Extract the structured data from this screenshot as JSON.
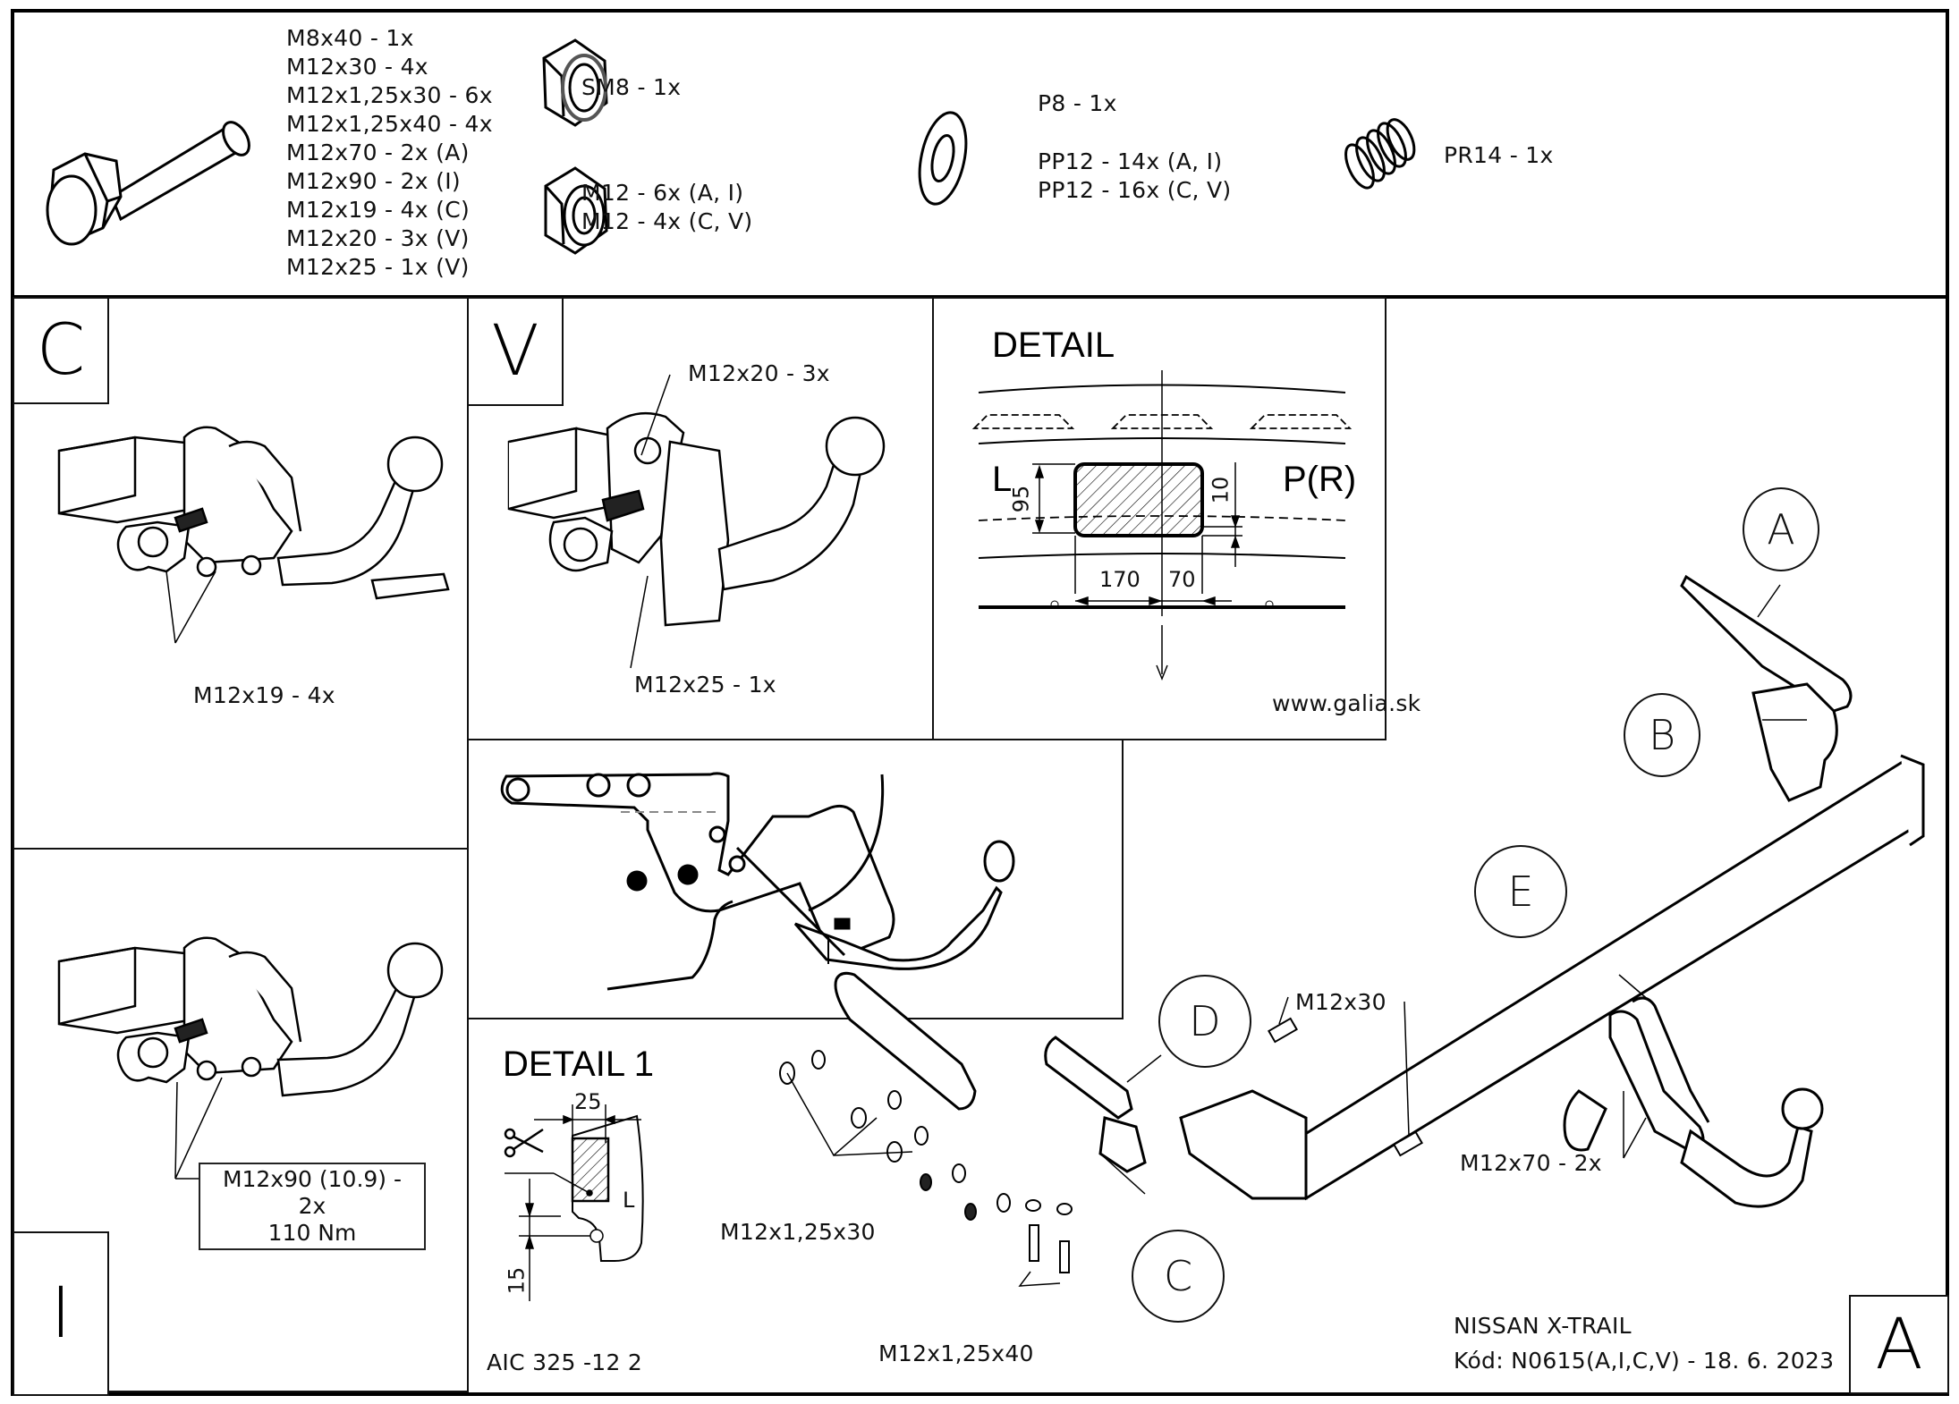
{
  "header": {
    "bolt_list": [
      "M8x40 - 1x",
      "M12x30 - 4x",
      "M12x1,25x30 - 6x",
      "M12x1,25x40 - 4x",
      "M12x70 - 2x (A)",
      "M12x90 - 2x (I)",
      "M12x19 - 4x (C)",
      "M12x20 - 3x (V)",
      "M12x25 - 1x (V)"
    ],
    "self_lock_nut": "SM8 - 1x",
    "nuts": [
      "M12 - 6x (A, I)",
      "M12 - 4x (C, V)"
    ],
    "washer_p8": "P8 - 1x",
    "washers_pp12": [
      "PP12 - 14x (A, I)",
      "PP12 - 16x (C, V)"
    ],
    "spring": "PR14 - 1x",
    "icons": [
      "hex-bolt-icon",
      "lock-nut-icon",
      "hex-nut-icon",
      "flat-washer-icon",
      "coil-spring-icon"
    ]
  },
  "panels": {
    "c": {
      "label": "C",
      "callout": "M12x19 - 4x"
    },
    "v": {
      "label": "V",
      "callout_top": "M12x20 - 3x",
      "callout_bottom": "M12x25 - 1x"
    },
    "i": {
      "label": "I",
      "callout_line1": "M12x90 (10.9) - 2x",
      "callout_line2": "110 Nm"
    },
    "detail": {
      "title": "DETAIL",
      "left_label": "L",
      "right_label": "P(R)",
      "dim_height": "95",
      "dim_offset": "10",
      "dim_left": "170",
      "dim_right": "70",
      "website": "www.galia.sk"
    },
    "detail1": {
      "title": "DETAIL 1",
      "dim_width": "25",
      "dim_height": "15",
      "side_label": "L",
      "code": "AIC 325 -12 2",
      "scissors_icon": "scissors-icon"
    }
  },
  "assembly": {
    "bubbles": [
      "A",
      "B",
      "E",
      "D",
      "C"
    ],
    "callouts": {
      "m12x30": "M12x30",
      "m12x70": "M12x70 - 2x",
      "m12x125x30": "M12x1,25x30",
      "m12x125x40": "M12x1,25x40"
    }
  },
  "title_block": {
    "vehicle": "NISSAN X-TRAIL",
    "code": "Kód: N0615(A,I,C,V) - 18. 6. 2023",
    "variant_label": "A"
  }
}
